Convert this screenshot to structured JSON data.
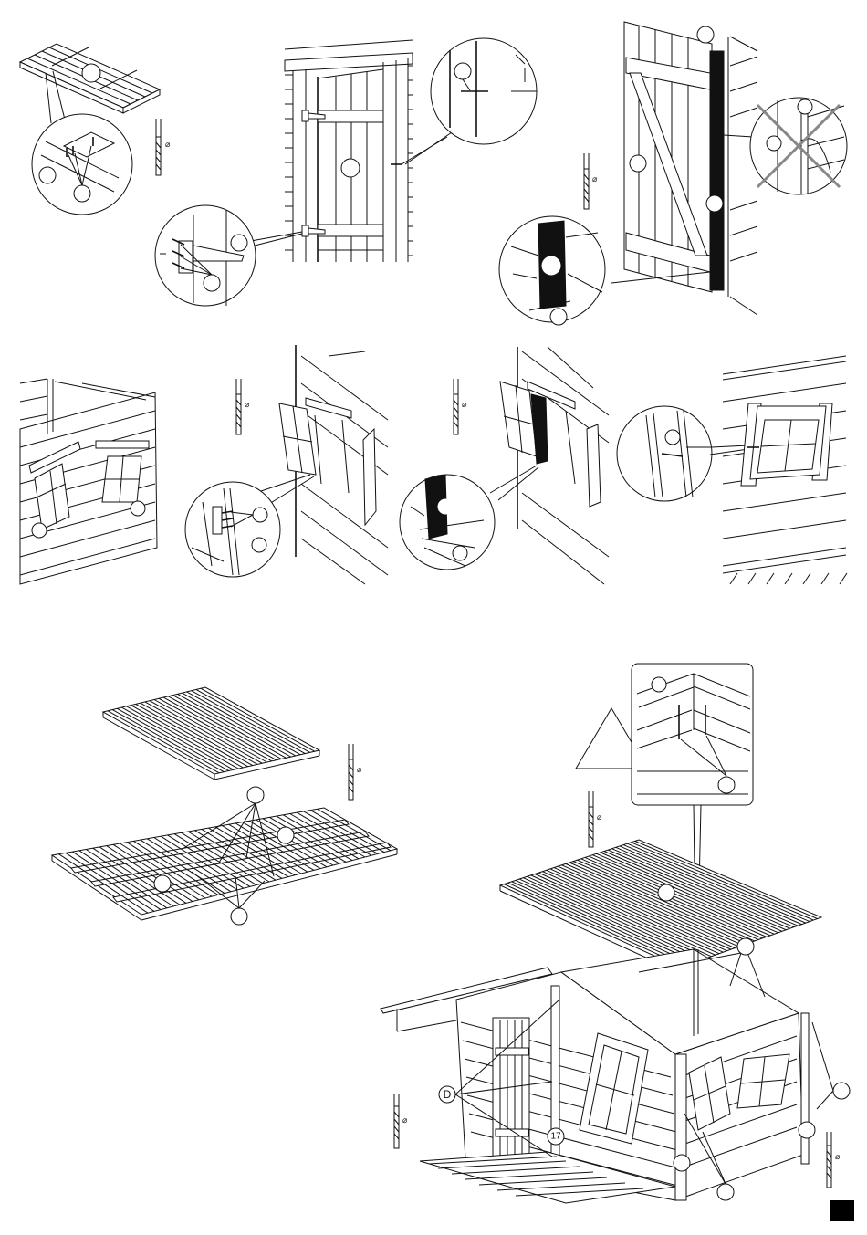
{
  "document": {
    "type": "assembly-instructions",
    "steps": [
      {
        "id": "door-panel-assembly",
        "callouts": [
          "",
          "",
          ""
        ],
        "tool": "drill"
      },
      {
        "id": "door-hinge-mount",
        "callouts": [
          "",
          "",
          "",
          ""
        ]
      },
      {
        "id": "door-trim-strip",
        "callouts": [
          "",
          "",
          "",
          "",
          ""
        ],
        "tool": "drill",
        "warning": "incorrect-handling-crossed-out"
      },
      {
        "id": "window-placement",
        "callouts": [
          "",
          ""
        ]
      },
      {
        "id": "window-hinge-mount",
        "callouts": [
          "",
          ""
        ],
        "tool": "drill"
      },
      {
        "id": "window-trim-strip",
        "callouts": [
          "",
          ""
        ],
        "tool": "drill"
      },
      {
        "id": "window-latch",
        "callouts": [
          ""
        ]
      },
      {
        "id": "roof-panel-assembly",
        "callouts": [
          "",
          "",
          "",
          ""
        ],
        "tool": "drill"
      },
      {
        "id": "roof-mount",
        "callouts": [
          "",
          "",
          "",
          "",
          "",
          "",
          "",
          "",
          ""
        ],
        "tool": "drill",
        "warning": "caution-triangle"
      }
    ],
    "labels": {
      "part_d": "D",
      "part_17": "17",
      "diameter_symbol": "⌀"
    },
    "colors": {
      "ink": "#111111",
      "paper": "#ffffff",
      "cross_out": "#888888"
    }
  }
}
